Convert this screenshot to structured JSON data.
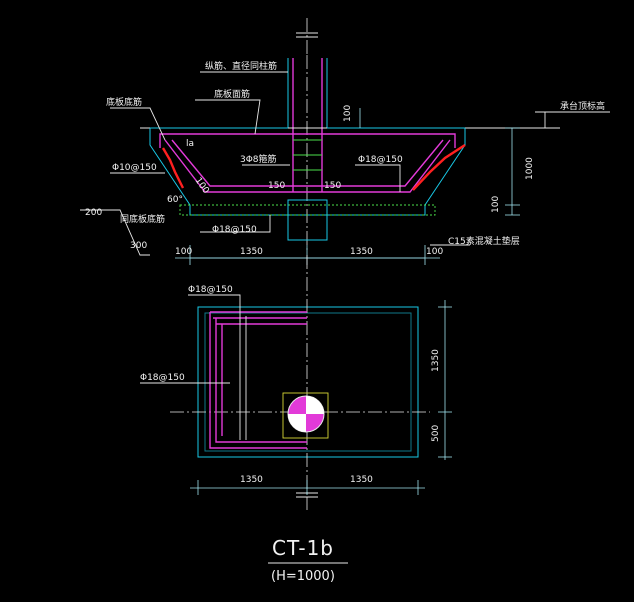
{
  "drawing": {
    "title": "CT-1b",
    "subtitle": "(H=1000)",
    "section": {
      "labels": {
        "column_rebar": "纵筋、直径同柱筋",
        "bottom_rebar_left": "底板底筋",
        "top_rebar": "底板面筋",
        "cap_top_elevation": "承台顶标高",
        "stirrup": "3Φ8箍筋",
        "bar_left": "Φ10@150",
        "bar_right": "Φ18@150",
        "bar_bottom": "Φ18@150",
        "same_bottom_rebar": "同底板底筋",
        "cushion": "C15素混凝土垫层",
        "la": "la",
        "angle": "60°"
      },
      "dims": {
        "top_cover": "100",
        "h_total": "1000",
        "h_bottom": "100",
        "inner_150_left": "150",
        "inner_150_right": "150",
        "slope_100": "100",
        "leader_200": "200",
        "leader_300": "300",
        "base_left_100": "100",
        "base_left_1350": "1350",
        "base_right_1350": "1350",
        "base_right_100": "100"
      }
    },
    "plan": {
      "labels": {
        "bar_top": "Φ18@150",
        "bar_left": "Φ18@150"
      },
      "dims": {
        "right_1350": "1350",
        "right_500": "500",
        "bottom_left_1350": "1350",
        "bottom_right_1350": "1350"
      }
    }
  }
}
